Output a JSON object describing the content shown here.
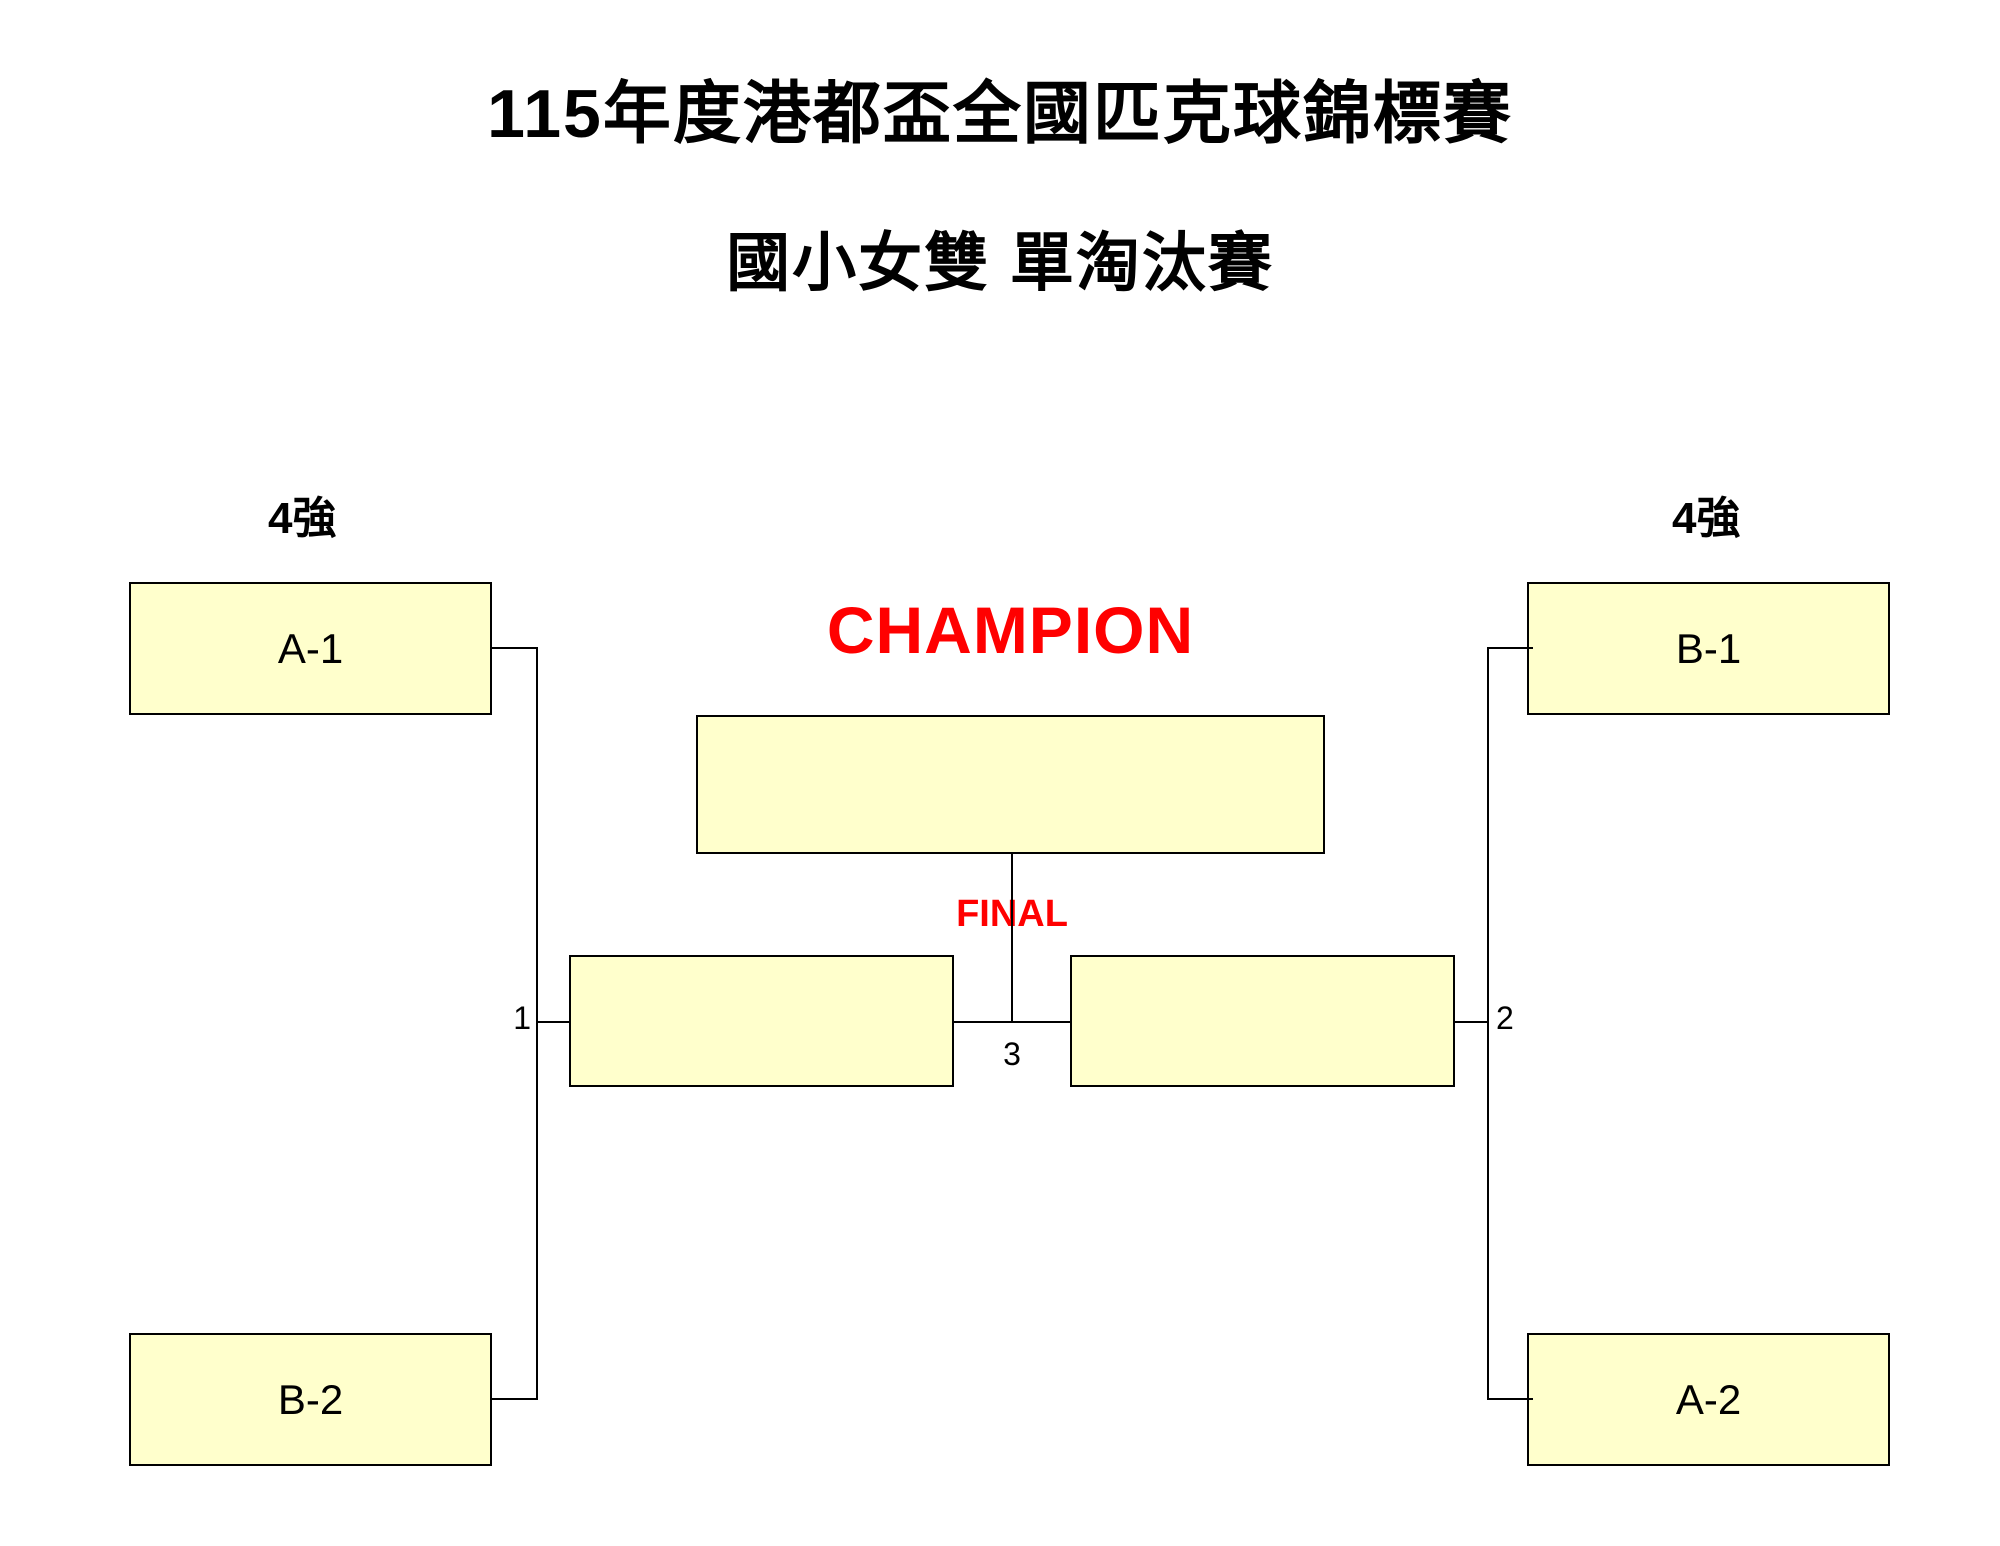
{
  "title": "115年度港都盃全國匹克球錦標賽",
  "subtitle": "國小女雙 單淘汰賽",
  "colors": {
    "box_fill": "#FFFFCC",
    "accent_red": "#FF0000",
    "line": "#000000"
  },
  "labels": {
    "round_left": "4強",
    "round_right": "4強",
    "champion": "CHAMPION",
    "final": "FINAL"
  },
  "match_numbers": {
    "left_semifinal": "1",
    "right_semifinal": "2",
    "final": "3"
  },
  "bracket": {
    "left_top_seed": "A-1",
    "left_bottom_seed": "B-2",
    "right_top_seed": "B-1",
    "right_bottom_seed": "A-2",
    "left_finalist": "",
    "right_finalist": "",
    "champion_name": ""
  }
}
